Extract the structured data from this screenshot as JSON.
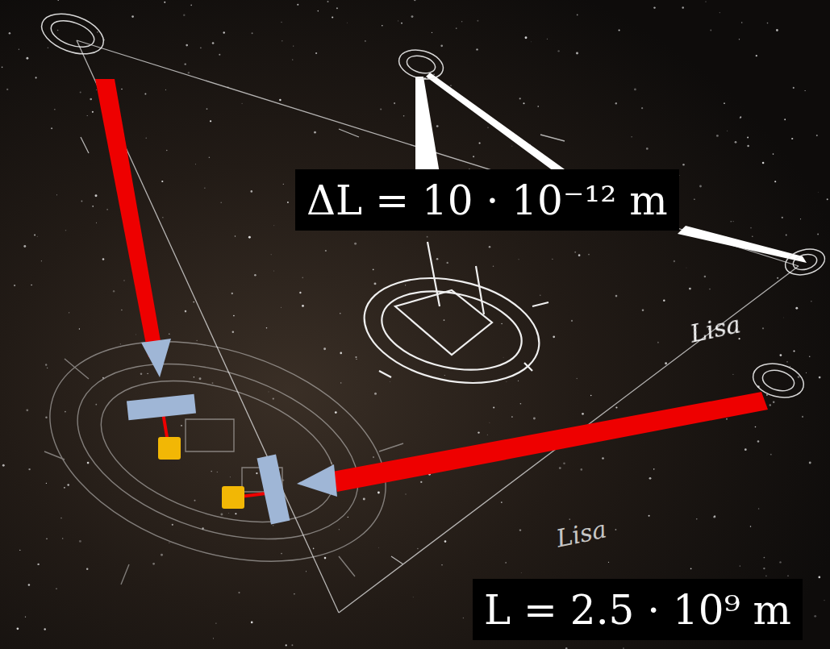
{
  "diagram": {
    "labels": [
      "ΔL = 10 · 10⁻¹² m",
      "L = 2.5 · 10⁹ m",
      "Lisa",
      "Lisa"
    ]
  }
}
